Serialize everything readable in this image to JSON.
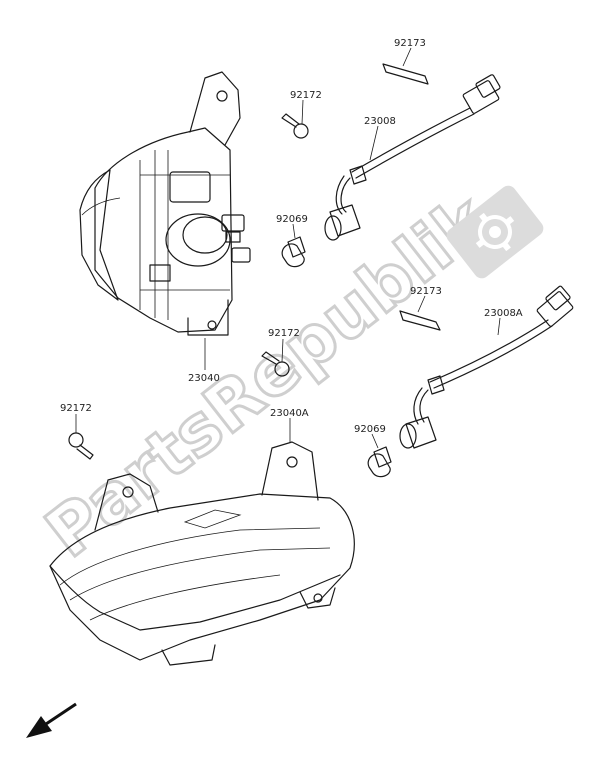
{
  "watermark": {
    "text": "PartsRepublik",
    "color": "#d0d0d0"
  },
  "labels": {
    "p92173_top": "92173",
    "p92172_top": "92172",
    "p23008": "23008",
    "p92069_top": "92069",
    "p92173_mid": "92173",
    "p23008A": "23008A",
    "p92172_mid": "92172",
    "p23040": "23040",
    "p92172_left": "92172",
    "p23040A": "23040A",
    "p92069_mid": "92069"
  },
  "icons": {
    "direction": "front-arrow-icon",
    "watermark_logo": "gear-icon"
  }
}
